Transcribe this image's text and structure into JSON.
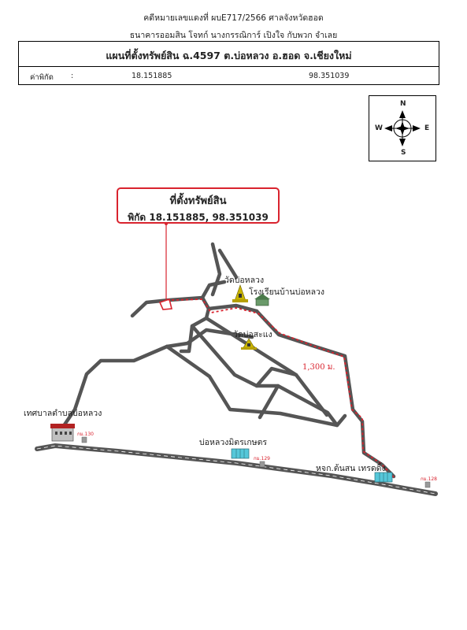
{
  "header": {
    "line1": "คดีหมายเลขแดงที่ ผบE717/2566 ศาลจังหวัดฮอด",
    "line2": "ธนาคารออมสิน โจทก์ นางกรรณิการ์ เปิงใจ กับพวก จำเลย"
  },
  "title": "แผนที่ตั้งทรัพย์สิน ฉ.4597 ต.บ่อหลวง อ.ฮอด จ.เชียงใหม่",
  "coordinates": {
    "label": "ค่าพิกัด",
    "separator": ":",
    "lat": "18.151885",
    "lon": "98.351039"
  },
  "compass": {
    "n": "N",
    "s": "S",
    "e": "E",
    "w": "W"
  },
  "callout": {
    "title": "ที่ตั้งทรัพย์สิน",
    "coords": "พิกัด 18.151885, 98.351039"
  },
  "landmarks": {
    "wat_bo_luang": "วัดบ่อหลวง",
    "school": "โรงเรียนบ้านบ่อหลวง",
    "wat_bo_sa_chaeng": "วัดบ่อสะแง",
    "municipality": "เทศบาลตำบลบ่อหลวง",
    "market": "บ่อหลวงมิตรเกษตร",
    "partnership": "หจก.ต้นสน เทรดดิ้ง"
  },
  "distance": "1,300 ม.",
  "km_markers": {
    "km130": "กม.130",
    "km129": "กม.129",
    "km128": "กม.128"
  },
  "colors": {
    "road": "#555555",
    "route": "#d9232e",
    "accent": "#d9232e"
  }
}
